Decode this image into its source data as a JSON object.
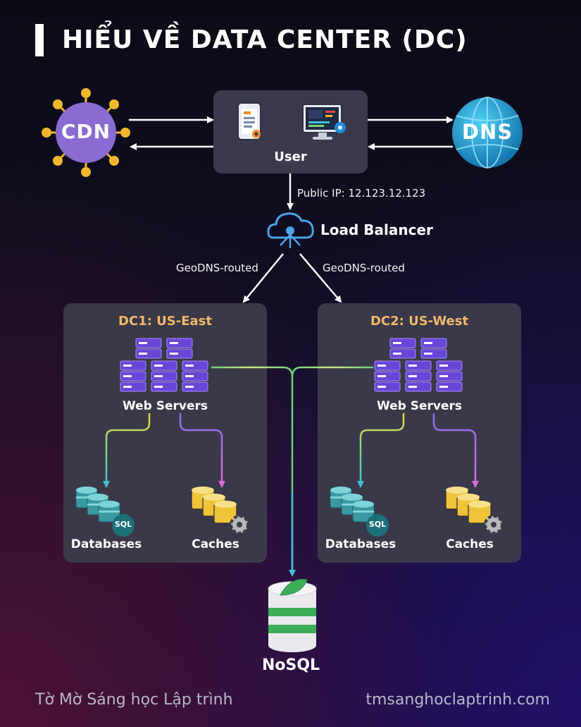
{
  "header": {
    "title": "HIỂU VỀ DATA CENTER (DC)"
  },
  "nodes": {
    "cdn_text": "CDN",
    "dns_text": "DNS",
    "user": "User",
    "public_ip": "Public IP: 12.123.12.123",
    "load_balancer": "Load Balancer",
    "route_left": "GeoDNS-routed",
    "route_right": "GeoDNS-routed",
    "nosql": "NoSQL"
  },
  "dcs": [
    {
      "title": "DC1: US-East",
      "web": "Web Servers",
      "db": "Databases",
      "cache": "Caches",
      "sql_badge": "SQL"
    },
    {
      "title": "DC2: US-West",
      "web": "Web Servers",
      "db": "Databases",
      "cache": "Caches",
      "sql_badge": "SQL"
    }
  ],
  "footer": {
    "left": "Tờ Mờ Sáng học Lập trình",
    "right": "tmsanghoclaptrinh.com"
  },
  "colors": {
    "accent_orange": "#f3b86a",
    "cdn_purple": "#8a6bd1",
    "cdn_gold": "#f2b82d",
    "dns_blue": "#1ea2d8",
    "server_purple": "#6a46d8",
    "db_teal": "#3a9aa3",
    "cache_gold": "#f0c43a",
    "nosql_green": "#3cae5a"
  },
  "icons": [
    "mobile-app-icon",
    "monitor-code-icon",
    "globe-icon",
    "cloud-network-icon",
    "server-rack-icon",
    "database-icon",
    "cache-gear-icon",
    "mongodb-leaf-icon"
  ]
}
